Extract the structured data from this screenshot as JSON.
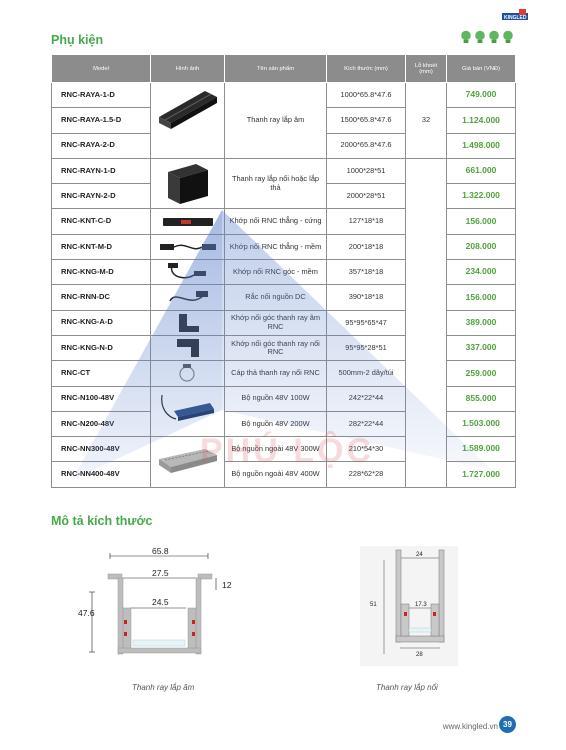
{
  "header": {
    "brand_text": "KINGLED",
    "section_accessories": "Phụ kiện",
    "section_dimensions": "Mô tả kích thước",
    "colors": {
      "accent_green": "#46a94a",
      "price_green": "#4fa33b",
      "header_gray": "#8c8c8c",
      "page_badge_blue": "#1f6db3"
    }
  },
  "table": {
    "headers": [
      "Model",
      "Hình ảnh",
      "Tên sản phẩm",
      "Kích thước (mm)",
      "Lỗ khoét (mm)",
      "Giá bán (VNĐ)"
    ],
    "rows": [
      {
        "model": "RNC-RAYA-1-D",
        "size": "1000*65.8*47.6",
        "price": "749.000"
      },
      {
        "model": "RNC-RAYA-1.5-D",
        "size": "1500*65.8*47.6",
        "price": "1.124.000"
      },
      {
        "model": "RNC-RAYA-2-D",
        "size": "2000*65.8*47.6",
        "price": "1.498.000"
      },
      {
        "model": "RNC-RAYN-1-D",
        "size": "1000*28*51",
        "price": "661.000"
      },
      {
        "model": "RNC-RAYN-2-D",
        "size": "2000*28*51",
        "price": "1.322.000"
      },
      {
        "model": "RNC-KNT-C-D",
        "size": "127*18*18",
        "price": "156.000"
      },
      {
        "model": "RNC-KNT-M-D",
        "size": "200*18*18",
        "price": "208.000"
      },
      {
        "model": "RNC-KNG-M-D",
        "size": "357*18*18",
        "price": "234.000"
      },
      {
        "model": "RNC-RNN-DC",
        "size": "390*18*18",
        "price": "156.000"
      },
      {
        "model": "RNC-KNG-A-D",
        "size": "95*95*65*47",
        "price": "389.000"
      },
      {
        "model": "RNC-KNG-N-D",
        "size": "95*95*28*51",
        "price": "337.000"
      },
      {
        "model": "RNC-CT",
        "size": "500mm-2 dây/túi",
        "price": "259.000"
      },
      {
        "model": "RNC-N100-48V",
        "size": "242*22*44",
        "price": "855.000"
      },
      {
        "model": "RNC-N200-48V",
        "size": "282*22*44",
        "price": "1.503.000"
      },
      {
        "model": "RNC-NN300-48V",
        "size": "210*54*30",
        "price": "1.589.000"
      },
      {
        "model": "RNC-NN400-48V",
        "size": "228*62*28",
        "price": "1.727.000"
      }
    ],
    "names": {
      "raya": "Thanh ray lắp âm",
      "rayn": "Thanh ray lắp nổi hoặc lắp thả",
      "knt_c": "Khớp nối RNC thẳng - cứng",
      "knt_m": "Khớp nối RNC thẳng - mềm",
      "kng_m": "Khớp nối RNC góc - mềm",
      "rnn": "Rắc nối nguồn DC",
      "kng_a": "Khớp nối góc thanh ray âm RNC",
      "kng_n": "Khớp nối góc thanh ray nổi RNC",
      "ct": "Cáp thả thanh ray nổi RNC",
      "n100": "Bộ nguồn 48V 100W",
      "n200": "Bộ nguồn 48V 200W",
      "nn300": "Bộ nguồn ngoài 48V 300W",
      "nn400": "Bộ nguồn ngoài 48V 400W"
    },
    "cutout_raya": "32"
  },
  "watermark": {
    "text": "PHÚ LỘC"
  },
  "diagrams": {
    "recessed": {
      "caption": "Thanh ray lắp âm",
      "dim_width": "65.8",
      "dim_height": "47.6",
      "dim_inner_top": "27.5",
      "dim_inner_mid": "24.5",
      "dim_lip": "12"
    },
    "surface": {
      "caption": "Thanh ray lắp nổi",
      "dim_top": "24",
      "dim_height": "51",
      "dim_inner": "17.3",
      "dim_bottom": "28"
    }
  },
  "footer": {
    "url": "www.kingled.vn",
    "page_number": "39"
  }
}
